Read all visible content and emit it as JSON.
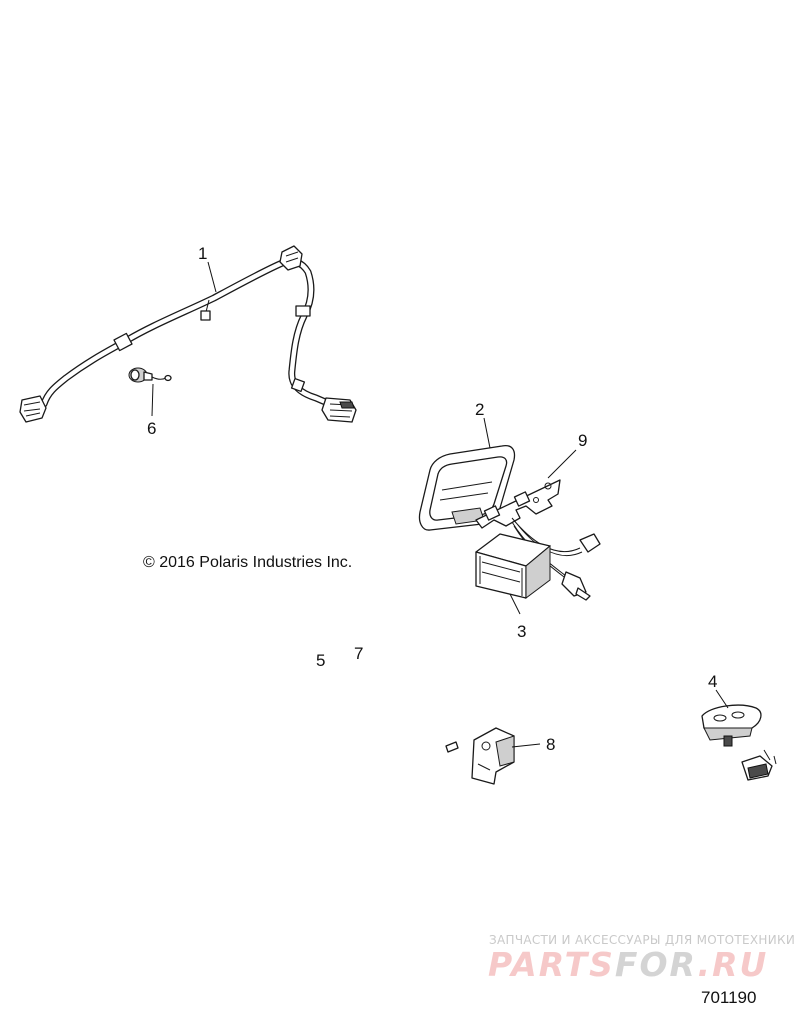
{
  "copyright": "© 2016 Polaris Industries Inc.",
  "figure_number": "701190",
  "watermark": {
    "tagline": "ЗАПЧАСТИ И АКСЕССУАРЫ ДЛЯ МОТОТЕХНИКИ",
    "logo_part1": "PARTS",
    "logo_part2": "FOR",
    "logo_part3": ".RU"
  },
  "callouts": {
    "c1": "1",
    "c2": "2",
    "c3": "3",
    "c4": "4",
    "c5": "5",
    "c6": "6",
    "c7": "7",
    "c8": "8",
    "c9": "9"
  }
}
